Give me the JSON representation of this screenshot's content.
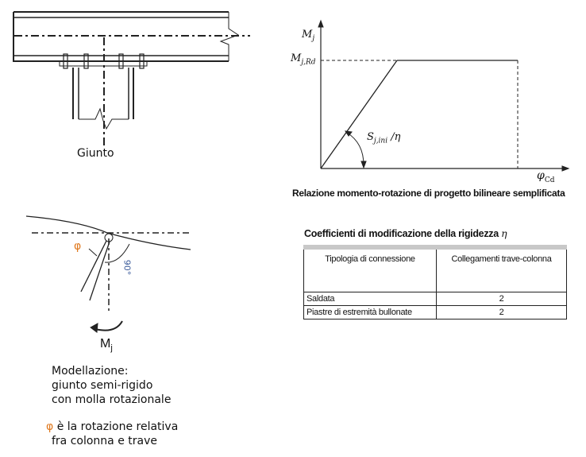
{
  "joint_figure": {
    "caption": "Giunto"
  },
  "chart": {
    "y_label": "M",
    "y_label_sub": "j",
    "yield_label": "M",
    "yield_label_sub": "j,Rd",
    "slope_label": "S",
    "slope_label_sub": "j,ini",
    "slope_label_suffix": " /η",
    "x_label": "φ",
    "x_label_sub": "Cd",
    "caption": "Relazione momento-rotazione di progetto bilineare semplificata"
  },
  "model_figure": {
    "phi_symbol": "φ",
    "angle_label": "90°",
    "moment_label": "M",
    "moment_label_sub": "j",
    "phi_color": "#e07a20",
    "angle_color": "#3a5a9a"
  },
  "description": {
    "lines": [
      "Modellazione:",
      "giunto semi-rigido",
      "con molla rotazionale"
    ],
    "phi_symbol": "φ",
    "phi_text_line1": " è la rotazione relativa",
    "phi_text_line2": "fra colonna e trave"
  },
  "table": {
    "title": "Coefficienti di modificazione della rigidezza",
    "title_symbol": "η",
    "headers": [
      "Tipologia di connessione",
      "Collegamenti trave-colonna"
    ],
    "rows": [
      {
        "type": "Saldata",
        "value": "2"
      },
      {
        "type": "Piastre di estremità bullonate",
        "value": "2"
      }
    ]
  }
}
